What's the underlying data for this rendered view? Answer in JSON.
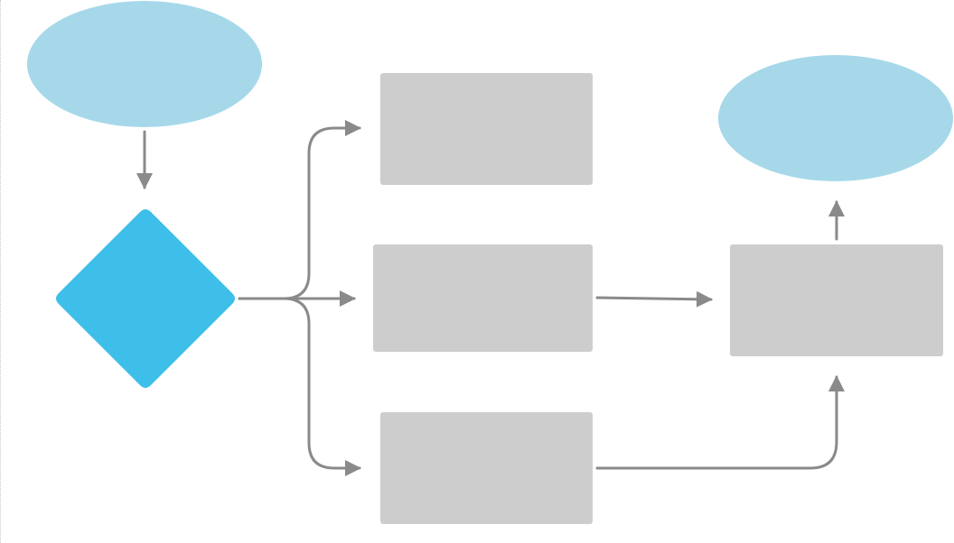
{
  "colors": {
    "terminal_fill": "#a6d8ea",
    "decision_fill": "#3dbfe9",
    "process_fill": "#cecdce",
    "connector": "#8a8a8a"
  },
  "nodes": {
    "start": {
      "shape": "ellipse",
      "label": ""
    },
    "decision": {
      "shape": "diamond",
      "label": ""
    },
    "process_top": {
      "shape": "rectangle",
      "label": ""
    },
    "process_middle": {
      "shape": "rectangle",
      "label": ""
    },
    "process_bottom": {
      "shape": "rectangle",
      "label": ""
    },
    "process_merge": {
      "shape": "rectangle",
      "label": ""
    },
    "end": {
      "shape": "ellipse",
      "label": ""
    }
  },
  "edges": [
    {
      "from": "start",
      "to": "decision"
    },
    {
      "from": "decision",
      "to": "process_top"
    },
    {
      "from": "decision",
      "to": "process_middle"
    },
    {
      "from": "decision",
      "to": "process_bottom"
    },
    {
      "from": "process_middle",
      "to": "process_merge"
    },
    {
      "from": "process_bottom",
      "to": "process_merge"
    },
    {
      "from": "process_merge",
      "to": "end"
    }
  ]
}
